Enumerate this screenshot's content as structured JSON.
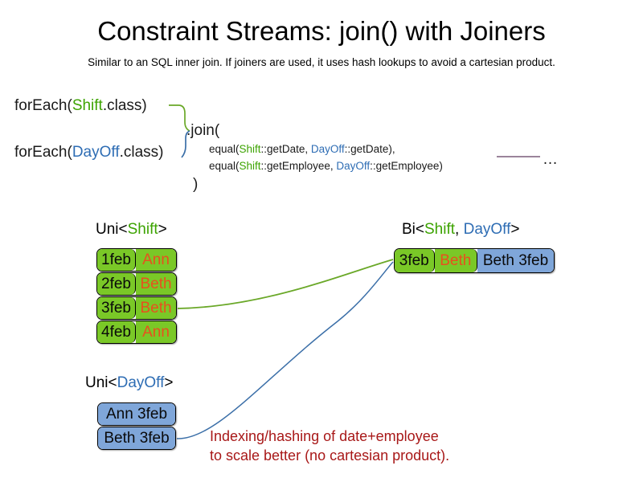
{
  "slide": {
    "title": "Constraint Streams: join() with Joiners",
    "subtitle": "Similar to an SQL inner join. If joiners are used, it uses hash lookups to avoid a cartesian product."
  },
  "colors": {
    "shift_green": "#3ca300",
    "dayoff_blue": "#2e6db4",
    "box_green": "#7ac827",
    "box_blue": "#7fa6d9",
    "name_orange": "#e8501e",
    "annotation_red": "#a81818",
    "connector_green": "#6aa828",
    "connector_blue": "#3b6fa8",
    "ellipsis_line_purple": "#7a5c7a"
  },
  "code": {
    "for_each_shift": {
      "prefix": "forEach(",
      "type": "Shift",
      "suffix": ".class)"
    },
    "for_each_dayoff": {
      "prefix": "forEach(",
      "type": "DayOff",
      "suffix": ".class)"
    },
    "join_open": ".join(",
    "join_close": ")",
    "args": [
      {
        "fn": "equal(",
        "left_type": "Shift",
        "left_method": "::getDate, ",
        "right_type": "DayOff",
        "right_method": "::getDate),"
      },
      {
        "fn": "equal(",
        "left_type": "Shift",
        "left_method": "::getEmployee, ",
        "right_type": "DayOff",
        "right_method": "::getEmployee)"
      }
    ],
    "ellipsis": "…"
  },
  "streams": {
    "uni_shift": {
      "label_prefix": "Uni<",
      "label_type": "Shift",
      "label_suffix": ">",
      "rows": [
        {
          "date": "1feb",
          "employee": "Ann"
        },
        {
          "date": "2feb",
          "employee": "Beth"
        },
        {
          "date": "3feb",
          "employee": "Beth"
        },
        {
          "date": "4feb",
          "employee": "Ann"
        }
      ]
    },
    "uni_dayoff": {
      "label_prefix": "Uni<",
      "label_type": "DayOff",
      "label_suffix": ">",
      "rows": [
        {
          "text": "Ann 3feb"
        },
        {
          "text": "Beth 3feb"
        }
      ]
    },
    "bi_tuple": {
      "label_prefix": "Bi<",
      "label_type_a": "Shift",
      "label_separator": ", ",
      "label_type_b": "DayOff",
      "label_suffix": ">",
      "cells": {
        "shift_date": "3feb",
        "shift_employee": "Beth",
        "dayoff": "Beth 3feb"
      }
    }
  },
  "annotation": {
    "line1": "Indexing/hashing of date+employee",
    "line2": "to scale better (no cartesian product)."
  }
}
